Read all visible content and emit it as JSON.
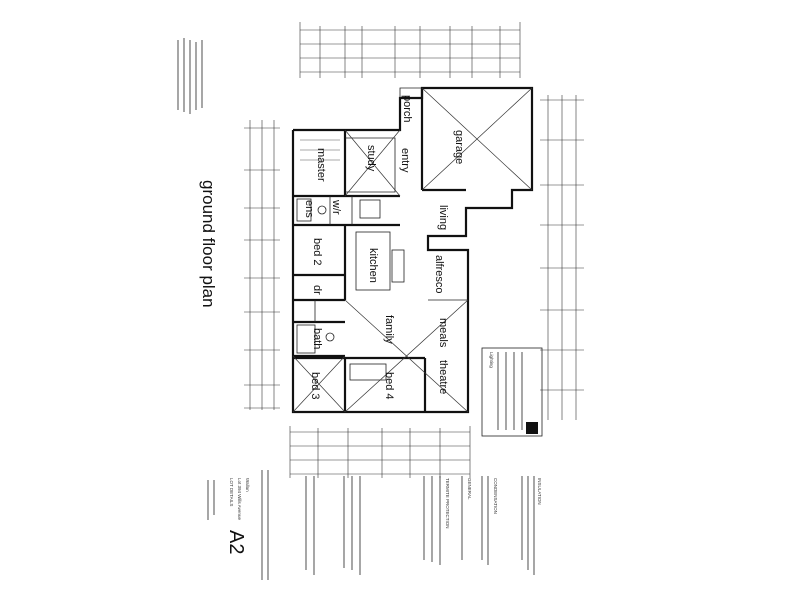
{
  "sheet": {
    "title": "ground floor plan",
    "sheet_number": "A2",
    "lot_details": [
      "LOT DETAILS",
      "Lot 394 Wills Avenue",
      "Wallan"
    ]
  },
  "rooms": {
    "porch": "porch",
    "entry": "entry",
    "study": "study",
    "garage": "garage",
    "master": "master",
    "wir": "w/r",
    "ens": "ens",
    "living": "living",
    "bed2": "bed 2",
    "kitchen": "kitchen",
    "dr": "dr",
    "alfresco": "alfresco",
    "bath": "bath",
    "family": "family",
    "meals": "meals",
    "bed3": "bed 3",
    "bed4": "bed 4",
    "theatre": "theatre"
  },
  "notes": {
    "lighting": "Lighting",
    "insulation": "INSULATION",
    "general": "GENERAL",
    "condensation": "CONDENSATION",
    "termite": "TERMITE PROTECTION"
  },
  "colors": {
    "ink": "#111111",
    "paper": "#ffffff"
  }
}
